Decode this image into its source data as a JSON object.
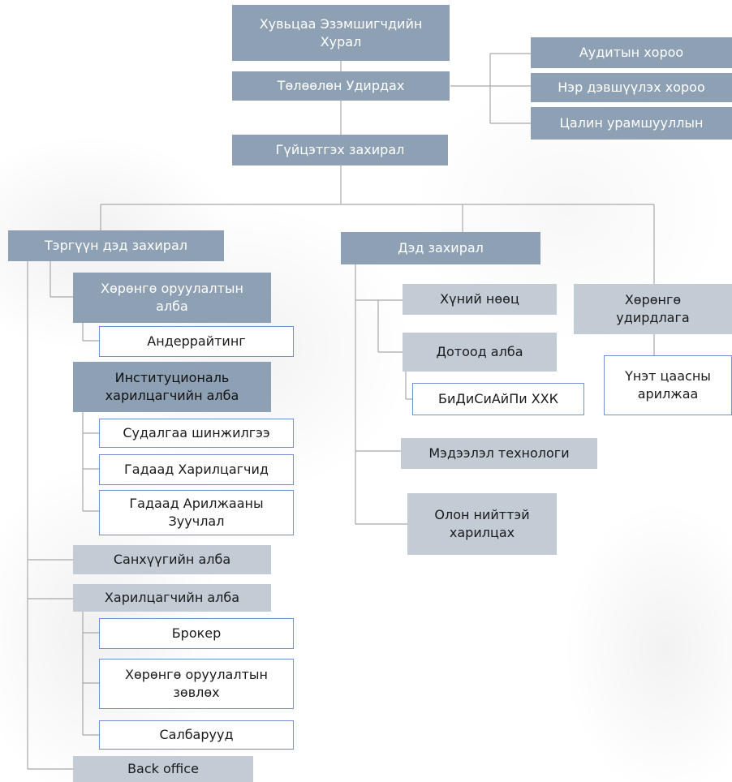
{
  "nodes": {
    "shareholders_meeting": "Хувьцаа Эзэмшигчдийн Хурал",
    "board": "Төлөөлөн Удирдах",
    "audit_committee": "Аудитын хороо",
    "nomination_committee": "Нэр дэвшүүлэх хороо",
    "remuneration_committee": "Цалин урамшууллын",
    "ceo": "Гүйцэтгэх захирал",
    "first_deputy": "Тэргүүн дэд захирал",
    "deputy": "Дэд захирал",
    "asset_management": "Хөрөнгө удирдлага",
    "securities_trading": "Үнэт цаасны арилжаа",
    "investment_dept": "Хөрөнгө оруулалтын алба",
    "underwriting": "Андеррайтинг",
    "institutional_clients": "Институциональ харилцагчийн алба",
    "research": "Судалгаа шинжилгээ",
    "foreign_clients": "Гадаад Харилцагчид",
    "foreign_brokerage": "Гадаад Арилжааны Зуучлал",
    "finance_dept": "Санхүүгийн алба",
    "client_dept": "Харилцагчийн алба",
    "broker": "Брокер",
    "investment_advisor": "Хөрөнгө оруулалтын зөвлөх",
    "branches": "Салбарууд",
    "back_office": "Back office",
    "hr": "Хүний нөөц",
    "internal_dept": "Дотоод алба",
    "bdsec": "БиДиСиАйПи ХХК",
    "it": "Мэдээлэл технологи",
    "public_relations": "Олон нийттэй харилцах"
  },
  "colors": {
    "dark_box": "#8ea0b3",
    "light_box": "#c3cbd5",
    "outline_box": "#6f8fd6",
    "connector": "#a8a8a8"
  }
}
